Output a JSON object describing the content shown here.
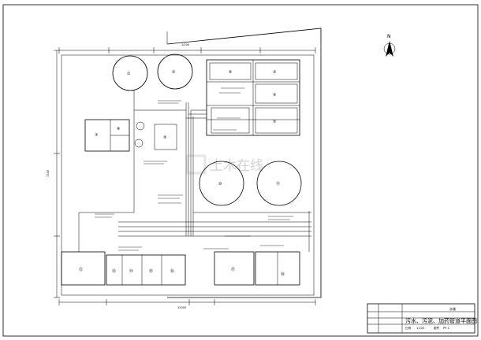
{
  "drawing": {
    "north_label": "N",
    "watermark_text": "土木在线",
    "title_block": {
      "sheet_no": "水施",
      "title": "污水、污泥、加药管道平面图",
      "scale_label": "比例",
      "scale_value": "1:200",
      "no_label": "图号",
      "no_value": "PP-1"
    },
    "dimensions": {
      "top_overall": "1/200",
      "bottom_overall": "12000",
      "left_overall": "7200"
    },
    "tank_numbers": [
      "①",
      "②",
      "③",
      "④",
      "⑤",
      "⑥",
      "⑦",
      "⑧",
      "⑨",
      "⑩",
      "⑪",
      "⑫",
      "⑬",
      "⑭",
      "⑮",
      "⑯",
      "⑰",
      "⑱"
    ]
  }
}
